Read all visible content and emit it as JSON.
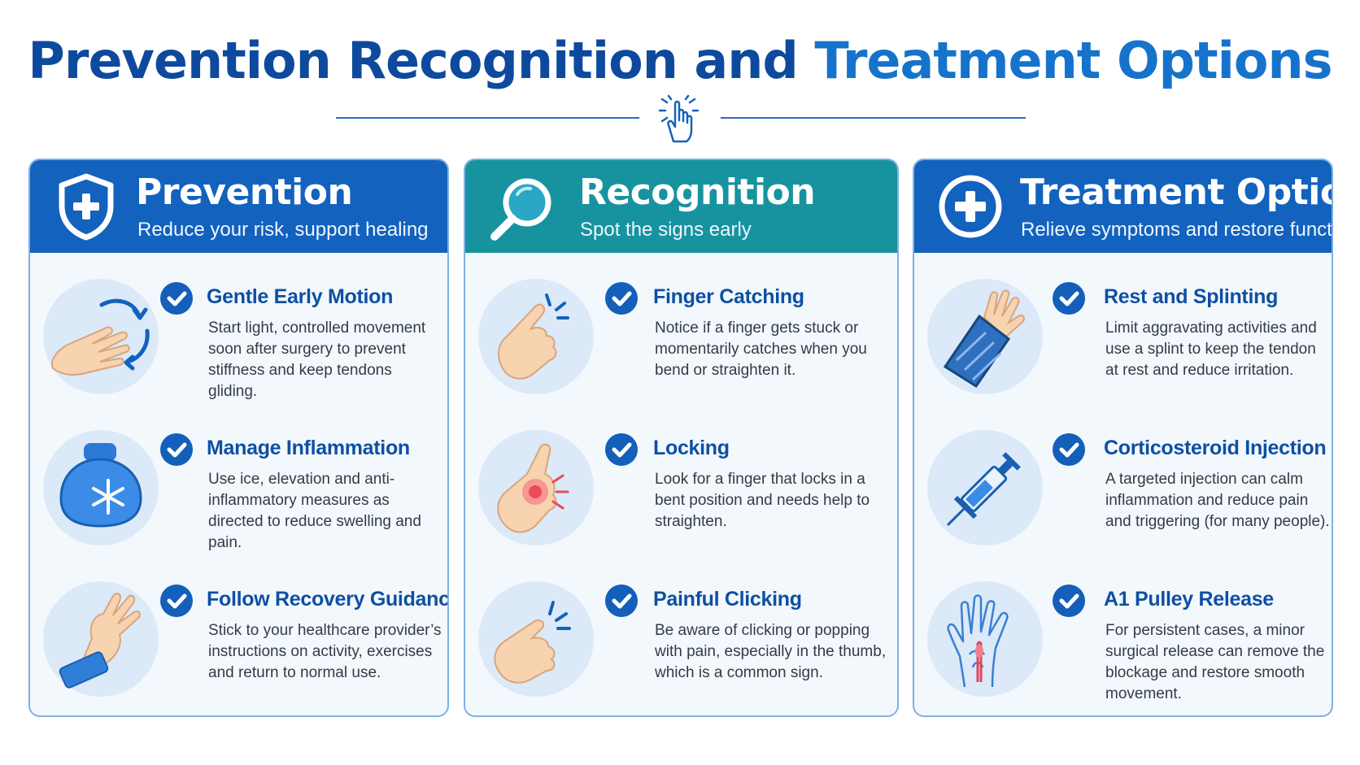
{
  "title": {
    "part1": "Prevention Recognition and ",
    "part2": "Treatment Options"
  },
  "colors": {
    "navy": "#0d4a9e",
    "blue": "#1262be",
    "teal": "#17939f",
    "panel_bg": "#f3f8fd"
  },
  "panels": [
    {
      "title": "Prevention",
      "subtitle": "Reduce your risk, support healing",
      "icon": "shield-plus-icon",
      "items": [
        {
          "title": "Gentle Early Motion",
          "text": "Start light, controlled movement soon after surgery to prevent stiffness and keep tendons gliding.",
          "icon": "moving-hand-icon"
        },
        {
          "title": "Manage Inflammation",
          "text": "Use ice, elevation and anti-inflammatory measures as directed to reduce swelling and pain.",
          "icon": "ice-pack-icon"
        },
        {
          "title": "Follow Recovery Guidance",
          "text": "Stick to your healthcare provider’s instructions on activity, exercises and return to normal use.",
          "icon": "wrist-support-icon"
        }
      ]
    },
    {
      "title": "Recognition",
      "subtitle": "Spot the signs early",
      "icon": "magnifier-icon",
      "items": [
        {
          "title": "Finger Catching",
          "text": "Notice if a finger gets stuck or momentarily catches when you bend or straighten it.",
          "icon": "catching-finger-icon"
        },
        {
          "title": "Locking",
          "text": "Look for a finger that locks in a bent position and needs help to straighten.",
          "icon": "locked-finger-icon"
        },
        {
          "title": "Painful Clicking",
          "text": "Be aware of clicking or popping with pain, especially in the thumb, which is a common sign.",
          "icon": "clicking-thumb-icon"
        }
      ]
    },
    {
      "title": "Treatment Options",
      "subtitle": "Relieve symptoms and restore function",
      "icon": "medical-cross-icon",
      "items": [
        {
          "title": "Rest and Splinting",
          "text": "Limit aggravating activities and use a splint to keep the tendon at rest and reduce irritation.",
          "icon": "hand-splint-icon"
        },
        {
          "title": "Corticosteroid Injection",
          "text": "A targeted injection can calm inflammation and reduce pain and triggering (for many people).",
          "icon": "syringe-icon"
        },
        {
          "title": "A1 Pulley Release",
          "text": "For persistent cases, a minor surgical release can remove the blockage and restore smooth movement.",
          "icon": "hand-anatomy-icon"
        }
      ]
    }
  ]
}
